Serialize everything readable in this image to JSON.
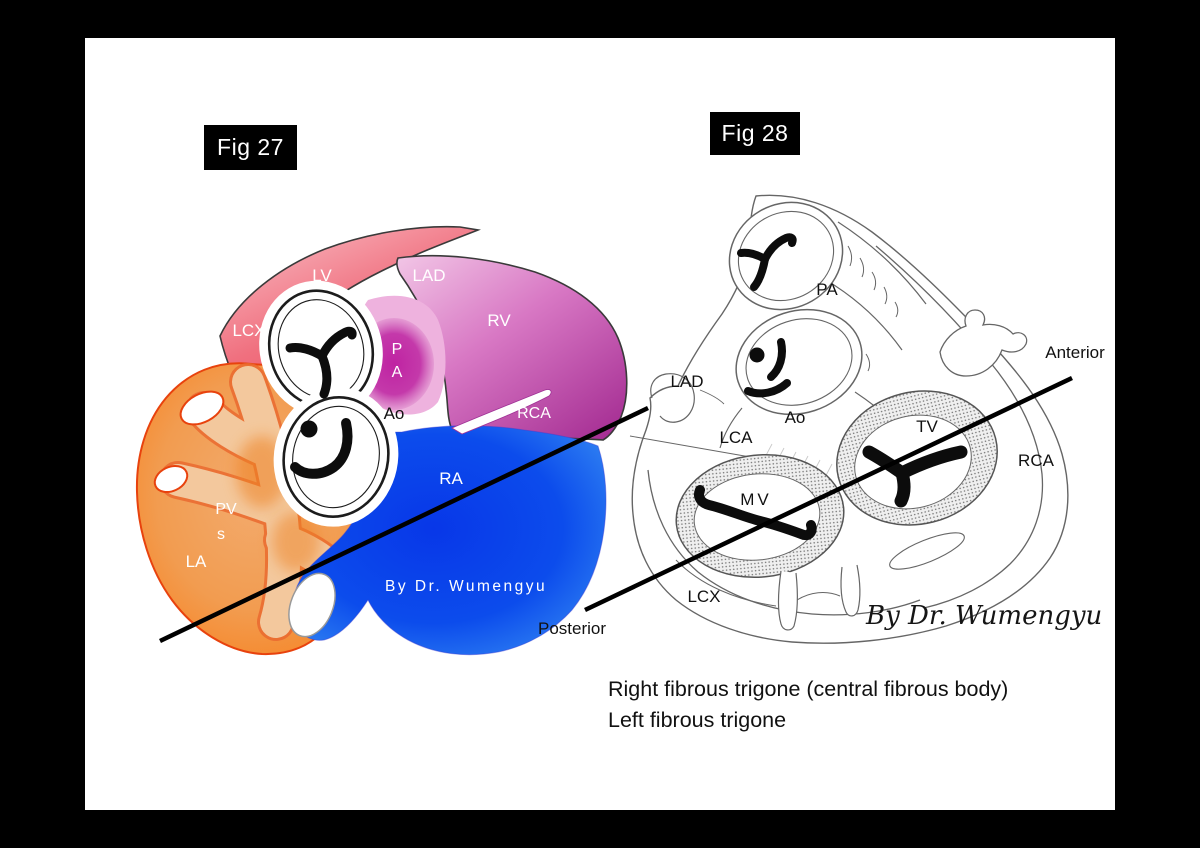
{
  "page": {
    "background": "#000000",
    "panel_background": "#ffffff"
  },
  "axis": {
    "anterior": "Anterior",
    "posterior": "Posterior"
  },
  "fig27": {
    "badge": "Fig 27",
    "credit": "By Dr. Wumengyu",
    "labels": {
      "lv": "LV",
      "lad": "LAD",
      "lcx": "LCX",
      "rv": "RV",
      "pa_top": "P",
      "pa_bottom": "A",
      "ao": "Ao",
      "rca": "RCA",
      "ra": "RA",
      "pv_top": "PV",
      "pv_bottom": "s",
      "la": "LA"
    },
    "colors": {
      "left_ventricle_pink": "#ee5f70",
      "right_ventricle_magenta": "#b13a9c",
      "pulmonary_artery_magenta": "#c128a6",
      "right_atrium_blue": "#0b46e8",
      "left_atrium_orange": "#f87d17",
      "section_line": "#000000"
    }
  },
  "fig28": {
    "badge": "Fig 28",
    "credit": "By Dr. Wumengyu",
    "labels": {
      "pa": "PA",
      "lad": "LAD",
      "ao": "Ao",
      "lca": "LCA",
      "tv": "TV",
      "rca": "RCA",
      "mv": "MV",
      "lcx": "LCX"
    }
  },
  "caption": {
    "line1": "Right fibrous trigone (central fibrous body)",
    "line2": "Left fibrous trigone"
  }
}
